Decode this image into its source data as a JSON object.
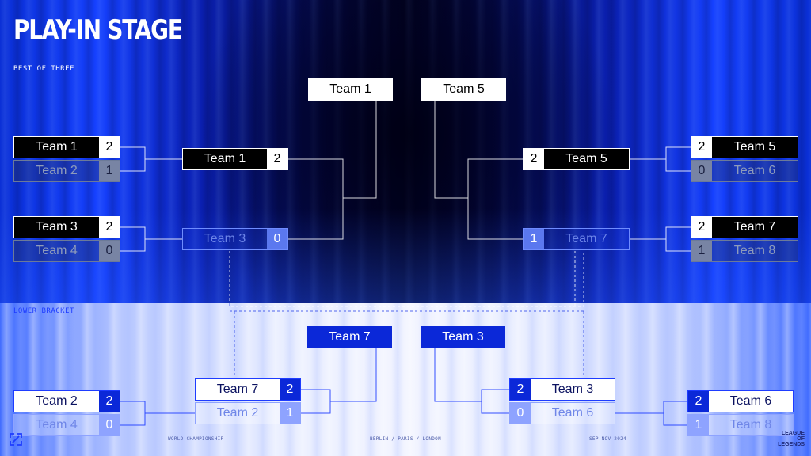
{
  "header": {
    "title": "PLAY-IN STAGE",
    "subtitle": "BEST OF THREE"
  },
  "lower_label": "LOWER BRACKET",
  "footer": {
    "left": "WORLD CHAMPIONSHIP",
    "center": "BERLIN / PARIS / LONDON",
    "right": "SEP–NOV 2024"
  },
  "logo_text": "LEAGUE OF LEGENDS",
  "upper": {
    "left_r1": [
      {
        "team_a": "Team 1",
        "score_a": "2",
        "team_b": "Team 2",
        "score_b": "1"
      },
      {
        "team_a": "Team 3",
        "score_a": "2",
        "team_b": "Team 4",
        "score_b": "0"
      }
    ],
    "left_r2": {
      "team_a": "Team 1",
      "score_a": "2",
      "team_b": "Team 3",
      "score_b": "0"
    },
    "right_r1": [
      {
        "team_a": "Team 5",
        "score_a": "2",
        "team_b": "Team 6",
        "score_b": "0"
      },
      {
        "team_a": "Team 7",
        "score_a": "2",
        "team_b": "Team 8",
        "score_b": "1"
      }
    ],
    "right_r2": {
      "team_a": "Team 5",
      "score_a": "2",
      "team_b": "Team 7",
      "score_b": "1"
    },
    "qualified": [
      "Team 1",
      "Team 5"
    ]
  },
  "lower": {
    "left_r1": {
      "team_a": "Team 2",
      "score_a": "2",
      "team_b": "Team 4",
      "score_b": "0"
    },
    "left_r2": {
      "team_a": "Team 7",
      "score_a": "2",
      "team_b": "Team 2",
      "score_b": "1"
    },
    "right_r1": {
      "team_a": "Team 6",
      "score_a": "2",
      "team_b": "Team 8",
      "score_b": "1"
    },
    "right_r2": {
      "team_a": "Team 3",
      "score_a": "2",
      "team_b": "Team 6",
      "score_b": "0"
    },
    "qualified": [
      "Team 7",
      "Team 3"
    ]
  }
}
